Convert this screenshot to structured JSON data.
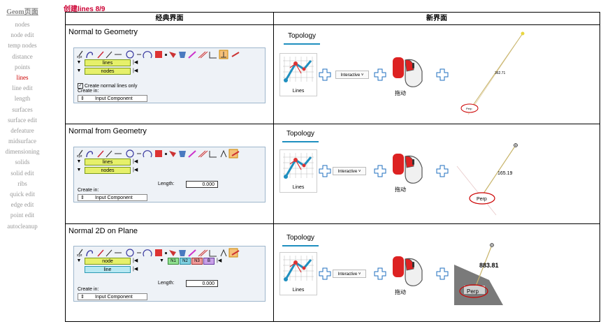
{
  "sidebar": {
    "title": "Geom页面",
    "items": [
      "nodes",
      "node edit",
      "temp nodes",
      "distance",
      "points",
      "lines",
      "line edit",
      "length",
      "surfaces",
      "surface edit",
      "defeature",
      "midsurface",
      "dimensioning",
      "solids",
      "solid edit",
      "ribs",
      "quick edit",
      "edge edit",
      "point edit",
      "autocleanup"
    ],
    "active": "lines"
  },
  "page_title": "创建lines 8/9",
  "table": {
    "col_classic": "经典界面",
    "col_new": "新界面"
  },
  "rows": [
    {
      "title": "Normal to Geometry",
      "entry1": "lines",
      "entry2": "nodes",
      "checkbox_label": "Create normal lines only",
      "create_in": "Create in:",
      "input_component": "Input Component",
      "topology": "Topology",
      "lines_label": "Lines",
      "dropdown": "Interactive",
      "drag": "拖动",
      "distance": "362.71",
      "perp": "Perp"
    },
    {
      "title": "Normal from Geometry",
      "entry1": "lines",
      "entry2": "nodes",
      "length_label": "Length:",
      "length_value": "0.000",
      "create_in": "Create in:",
      "input_component": "Input Component",
      "topology": "Topology",
      "lines_label": "Lines",
      "dropdown": "Interactive",
      "drag": "拖动",
      "distance": "165.19",
      "perp": "Perp"
    },
    {
      "title": "Normal 2D on Plane",
      "entry1": "node",
      "entry2": "line",
      "plane_buttons": [
        "N1",
        "N2",
        "N3",
        "B"
      ],
      "length_label": "Length:",
      "length_value": "0.000",
      "create_in": "Create in:",
      "input_component": "Input Component",
      "topology": "Topology",
      "lines_label": "Lines",
      "dropdown": "Interactive",
      "drag": "拖动",
      "distance": "883.81",
      "perp": "Perp"
    }
  ],
  "colors": {
    "accent_red": "#cc0000",
    "accent_blue": "#1f8fbf",
    "entry_yellow": "#e6f06a",
    "entry_cyan": "#b7e8f2"
  }
}
